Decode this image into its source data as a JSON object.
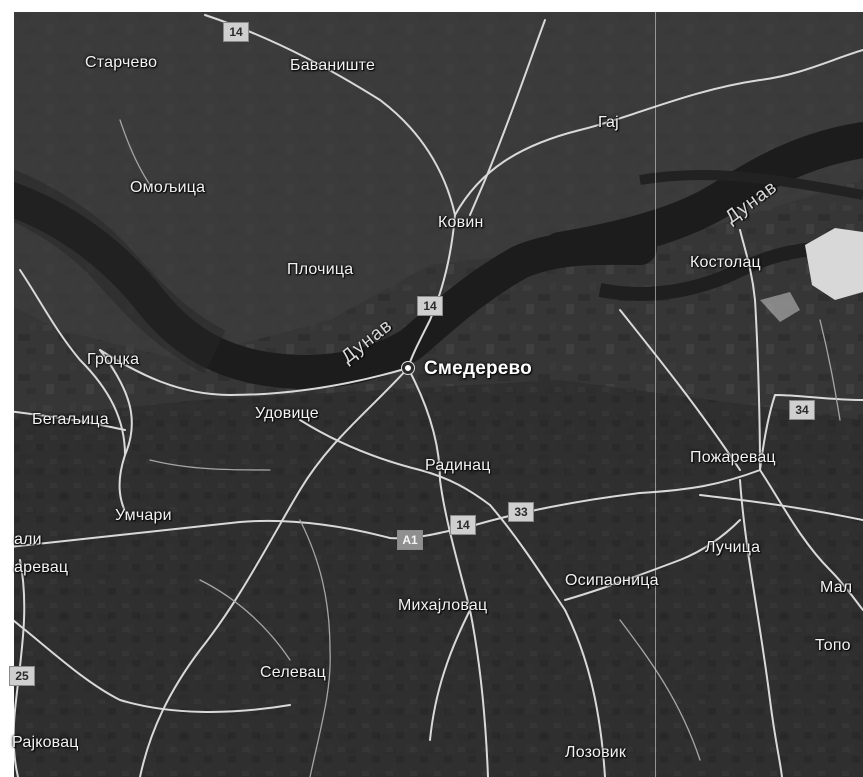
{
  "map": {
    "places": {
      "starcevo": "Старчево",
      "banatiste": "Баваниште",
      "gaj": "Гај",
      "omoljica": "Омољица",
      "kovin": "Ковин",
      "plocica": "Плочица",
      "kostolac": "Костолац",
      "grocka": "Гроцка",
      "smederevo": "Смедерево",
      "begaljica": "Бегаљица",
      "udovice": "Удовице",
      "radinac": "Радинац",
      "pozarevac": "Пожаревац",
      "umcari": "Умчари",
      "ali": "али",
      "arevac": "аревац",
      "lucica": "Лучица",
      "osipaonica": "Осипаоница",
      "mal": "Мал",
      "mihajlovac": "Михајловац",
      "topo": "Топо",
      "selevac": "Селевац",
      "rajkovac": "Рајковац",
      "lozovik": "Лозовик"
    },
    "rivers": {
      "dunav_west": "Дунав",
      "dunav_east": "Дунав"
    },
    "road_shields": {
      "r14_top": "14",
      "r14_mid": "14",
      "r14_south": "14",
      "r33": "33",
      "a1": "A1",
      "r34": "34",
      "r25": "25"
    },
    "colors": {
      "land": "#353535",
      "water": "#1d1d1d",
      "road": "#d9d9d9",
      "label": "#f2f2f2"
    }
  }
}
